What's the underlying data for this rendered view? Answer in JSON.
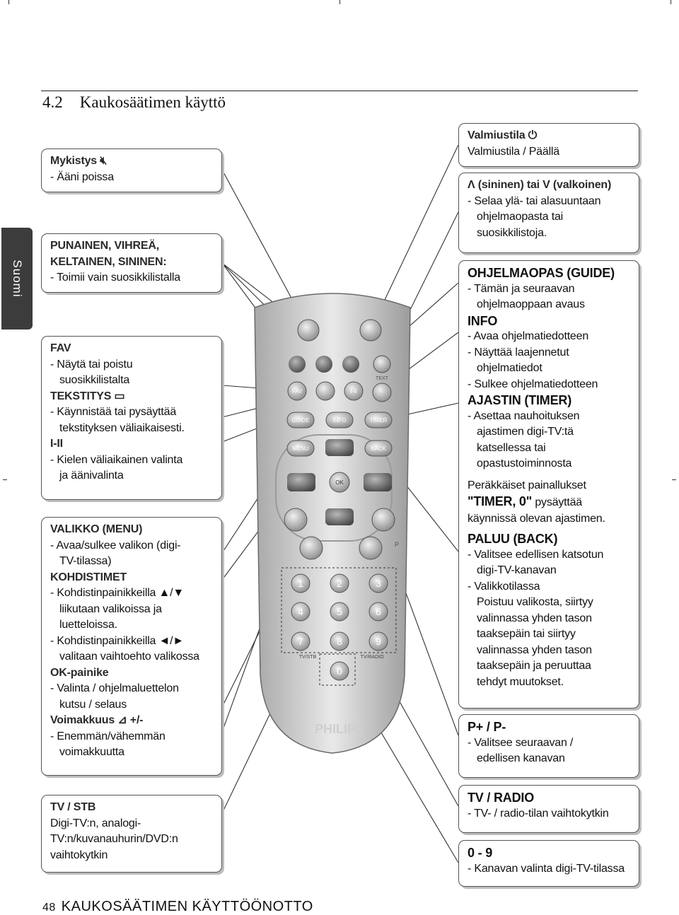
{
  "page": {
    "section_number": "4.2",
    "section_title": "Kaukosäätimen käyttö",
    "side_tab": "Suomi",
    "page_number": "48",
    "footer_title": "KAUKOSÄÄTIMEN KÄYTTÖÖNOTTO"
  },
  "left": {
    "mute": {
      "title": "Mykistys",
      "l1": "- Ääni poissa"
    },
    "colors": {
      "t1": "PUNAINEN, VIHREÄ,",
      "t2": "KELTAINEN, SININEN:",
      "l1": "- Toimii vain suosikkilistalla"
    },
    "fav": {
      "t1": "FAV",
      "l1": "- Näytä tai poistu",
      "l2": "suosikkilistalta",
      "t2": "TEKSTITYS",
      "l3": "- Käynnistää tai pysäyttää",
      "l4": "tekstityksen väliaikaisesti.",
      "t3": "I-II",
      "l5": "- Kielen väliaikainen valinta",
      "l6": "ja äänivalinta"
    },
    "menu": {
      "t1": "VALIKKO (MENU)",
      "l1": "- Avaa/sulkee valikon (digi-",
      "l2": "TV-tilassa)",
      "t2": "KOHDISTIMET",
      "l3": "- Kohdistinpainikkeilla ▲/▼",
      "l4": "liikutaan valikoissa ja",
      "l5": "luetteloissa.",
      "l6": "- Kohdistinpainikkeilla ◄/►",
      "l7": "valitaan vaihtoehto valikossa",
      "t3": "OK-painike",
      "l8": "- Valinta / ohjelmaluettelon",
      "l9": "kutsu / selaus",
      "t4": "Voimakkuus",
      "t4b": "+/-",
      "l10": "- Enemmän/vähemmän",
      "l11": "voimakkuutta"
    },
    "tvstb": {
      "t1": "TV / STB",
      "l1": "Digi-TV:n, analogi-",
      "l2": "TV:n/kuvanauhurin/DVD:n",
      "l3": "vaihtokytkin"
    }
  },
  "right": {
    "standby": {
      "t1": "Valmiustila",
      "l1": "Valmiustila / Päällä"
    },
    "updown": {
      "t1": "Λ (sininen) tai V (valkoinen)",
      "l1": "- Selaa ylä- tai alasuuntaan",
      "l2": "ohjelmaopasta tai",
      "l3": "suosikkilistoja."
    },
    "guide": {
      "t1": "OHJELMAOPAS (GUIDE)",
      "l1": "- Tämän ja seuraavan",
      "l2": "ohjelmaoppaan avaus",
      "t2": "INFO",
      "l3": "- Avaa ohjelmatiedotteen",
      "l4": "- Näyttää laajennetut",
      "l5": "ohjelmatiedot",
      "l6": "- Sulkee ohjelmatiedotteen",
      "t3": "AJASTIN (TIMER)",
      "l7": "- Asettaa nauhoituksen",
      "l8": "ajastimen digi-TV:tä",
      "l9": "katsellessa tai",
      "l10": "opastustoiminnosta",
      "l11": "Peräkkäiset painallukset",
      "l12a": "\"TIMER, 0\"",
      "l12b": " pysäyttää",
      "l13": "käynnissä olevan ajastimen.",
      "t4": "PALUU (BACK)",
      "l14": "- Valitsee edellisen katsotun",
      "l15": "digi-TV-kanavan",
      "l16": "- Valikkotilassa",
      "l17": "Poistuu valikosta, siirtyy",
      "l18": "valinnassa yhden tason",
      "l19": "taaksepäin tai siirtyy",
      "l20": "valinnassa yhden tason",
      "l21": "taaksepäin ja peruuttaa",
      "l22": "tehdyt muutokset."
    },
    "pplus": {
      "t1": "P+ / P-",
      "l1": "- Valitsee seuraavan /",
      "l2": "edellisen kanavan"
    },
    "tvradio": {
      "t1": "TV / RADIO",
      "l1": "- TV- / radio-tilan vaihtokytkin"
    },
    "digits": {
      "t1": "0 - 9",
      "l1": "- Kanavan valinta digi-TV-tilassa"
    }
  },
  "remote": {
    "brand": "PHILIPS",
    "labels": {
      "fav": "FAV",
      "i_ii": "I-II",
      "text": "TEXT",
      "guide": "GUIDE",
      "info": "INFO",
      "timer": "TIMER",
      "menu": "MENU",
      "back": "BACK",
      "ok": "OK",
      "p": "P",
      "tv_stb": "TV/STB",
      "tv_radio": "TV/RADIO"
    },
    "digits": [
      "1",
      "2",
      "3",
      "4",
      "5",
      "6",
      "7",
      "8",
      "9",
      "0"
    ]
  }
}
